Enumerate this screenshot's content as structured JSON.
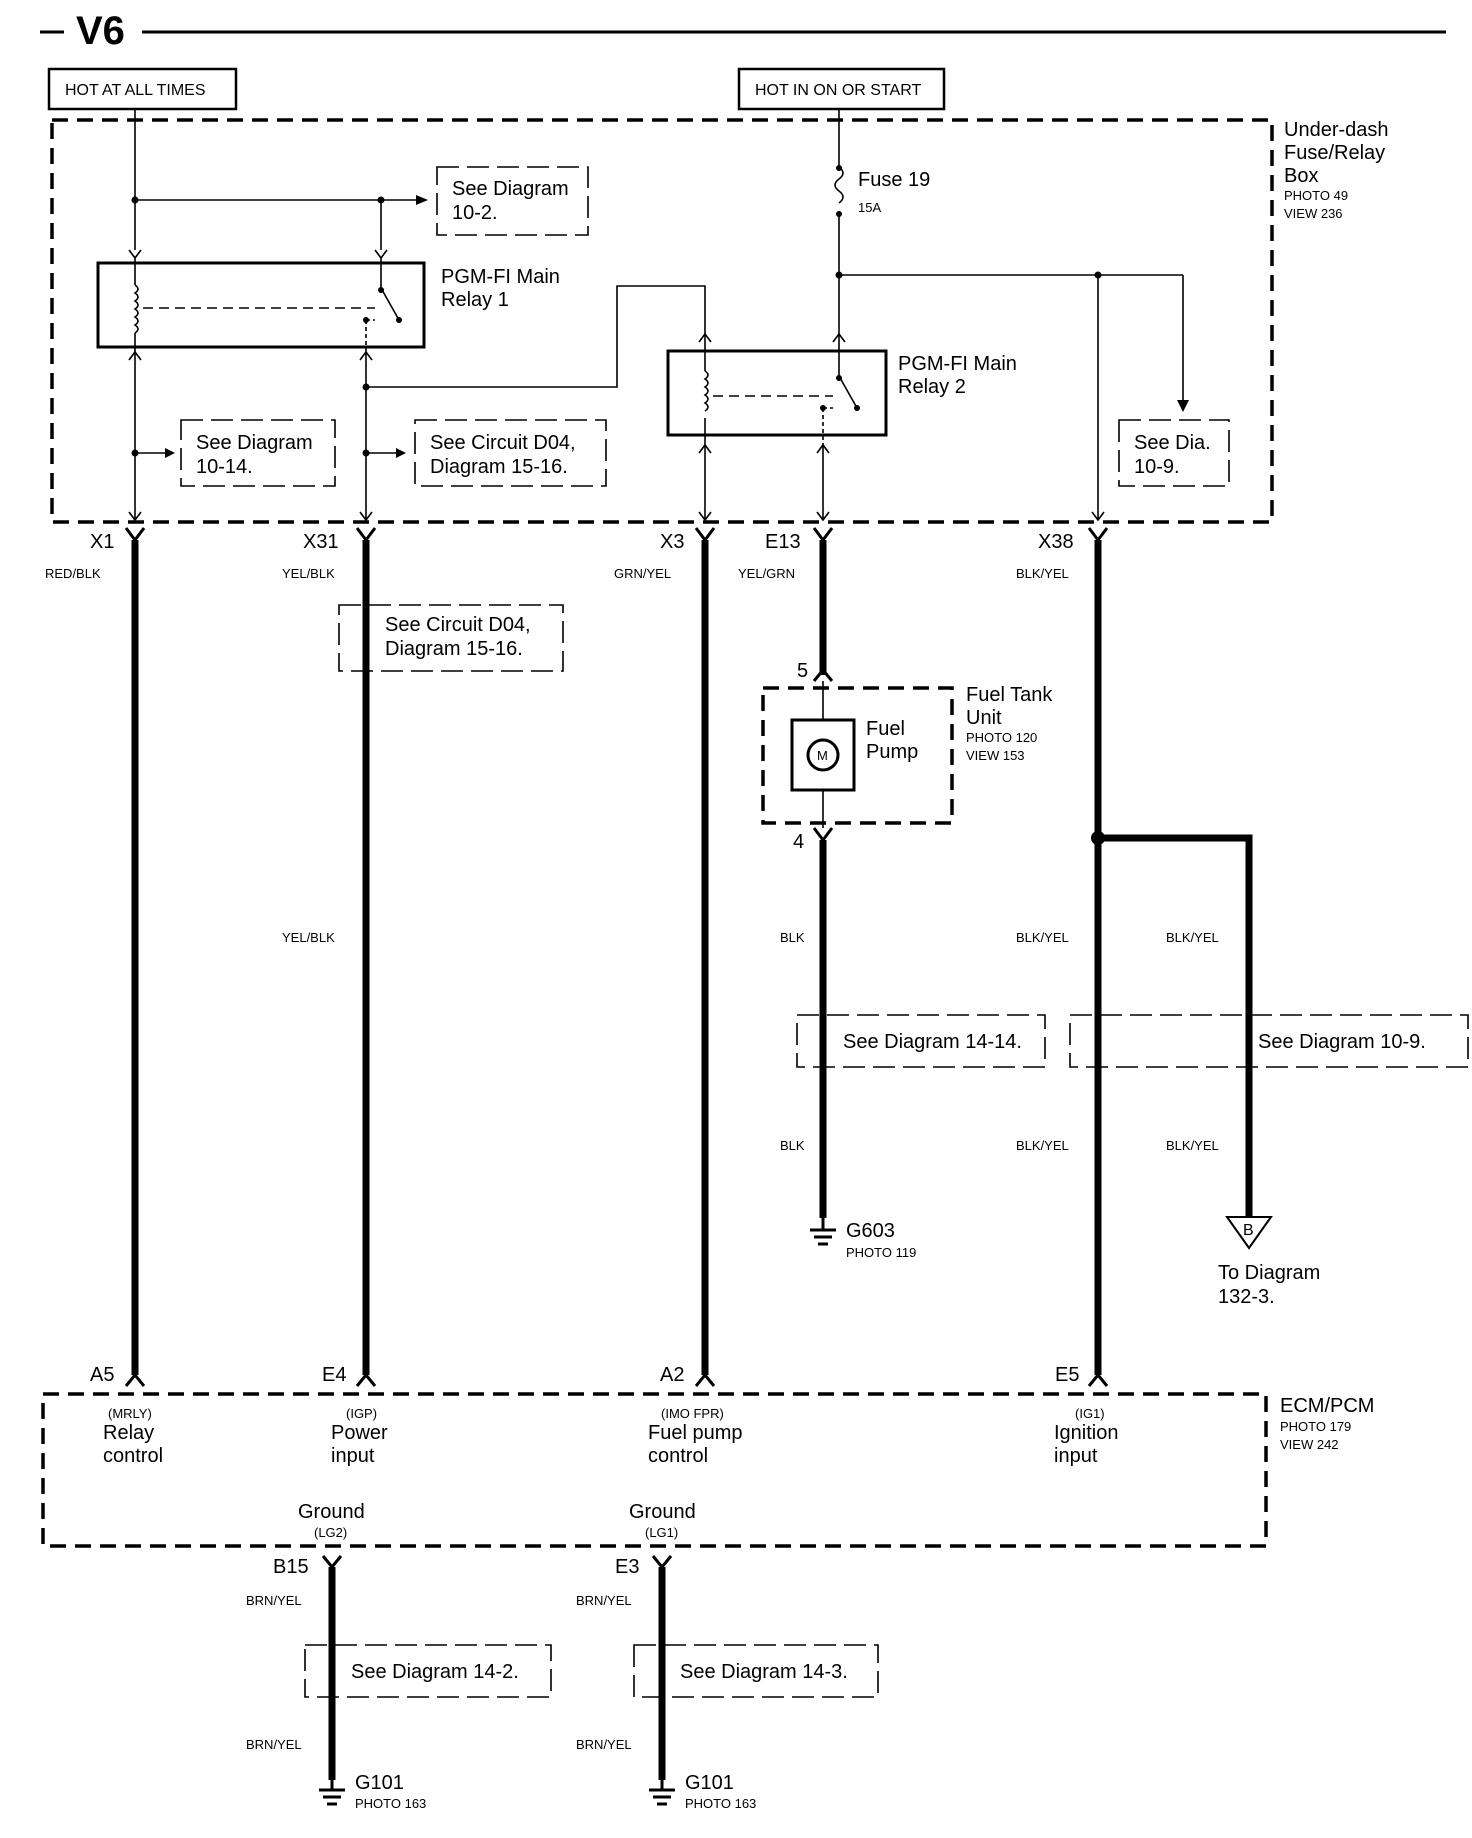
{
  "header": {
    "title": "V6"
  },
  "sources": {
    "hot_all_times": "HOT AT ALL TIMES",
    "hot_on_start": "HOT IN ON OR START"
  },
  "fuse_box": {
    "name_l1": "Under-dash",
    "name_l2": "Fuse/Relay",
    "name_l3": "Box",
    "photo": "PHOTO 49",
    "view": "VIEW 236"
  },
  "fuse": {
    "label": "Fuse 19",
    "rating": "15A"
  },
  "relay1": {
    "l1": "PGM-FI Main",
    "l2": "Relay 1"
  },
  "relay2": {
    "l1": "PGM-FI Main",
    "l2": "Relay 2"
  },
  "refs": {
    "d10_2_a": "See Diagram",
    "d10_2_b": "10-2.",
    "d10_14_a": "See Diagram",
    "d10_14_b": "10-14.",
    "cd04_a": "See Circuit D04,",
    "cd04_b": "Diagram 15-16.",
    "dia10_9_a": "See Dia.",
    "dia10_9_b": "10-9.",
    "cd04_2_a": "See Circuit D04,",
    "cd04_2_b": "Diagram 15-16.",
    "d14_14": "See Diagram 14-14.",
    "d10_9": "See Diagram 10-9.",
    "d14_2": "See Diagram 14-2.",
    "d14_3": "See Diagram 14-3."
  },
  "connectors": {
    "x1": "X1",
    "x31": "X31",
    "x3": "X3",
    "e13": "E13",
    "x38": "X38",
    "a5": "A5",
    "e4": "E4",
    "a2": "A2",
    "e5": "E5",
    "b15": "B15",
    "e3": "E3",
    "pin5": "5",
    "pin4": "4"
  },
  "wires": {
    "red_blk": "RED/BLK",
    "yel_blk": "YEL/BLK",
    "grn_yel": "GRN/YEL",
    "yel_grn": "YEL/GRN",
    "blk_yel": "BLK/YEL",
    "blk": "BLK",
    "brn_yel": "BRN/YEL"
  },
  "fuel_tank": {
    "l1": "Fuel Tank",
    "l2": "Unit",
    "photo": "PHOTO 120",
    "view": "VIEW 153",
    "pump_l1": "Fuel",
    "pump_l2": "Pump",
    "motor": "M"
  },
  "grounds": {
    "g603": "G603",
    "g603_photo": "PHOTO 119",
    "g101": "G101",
    "g101_photo": "PHOTO 163"
  },
  "offpage": {
    "letter": "B",
    "l1": "To Diagram",
    "l2": "132-3."
  },
  "ecm": {
    "name": "ECM/PCM",
    "photo": "PHOTO 179",
    "view": "VIEW 242",
    "p1_code": "(MRLY)",
    "p1_l1": "Relay",
    "p1_l2": "control",
    "p2_code": "(IGP)",
    "p2_l1": "Power",
    "p2_l2": "input",
    "p3_code": "(IMO FPR)",
    "p3_l1": "Fuel pump",
    "p3_l2": "control",
    "p4_code": "(IG1)",
    "p4_l1": "Ignition",
    "p4_l2": "input",
    "g1": "Ground",
    "g1_code": "(LG2)",
    "g2": "Ground",
    "g2_code": "(LG1)"
  }
}
